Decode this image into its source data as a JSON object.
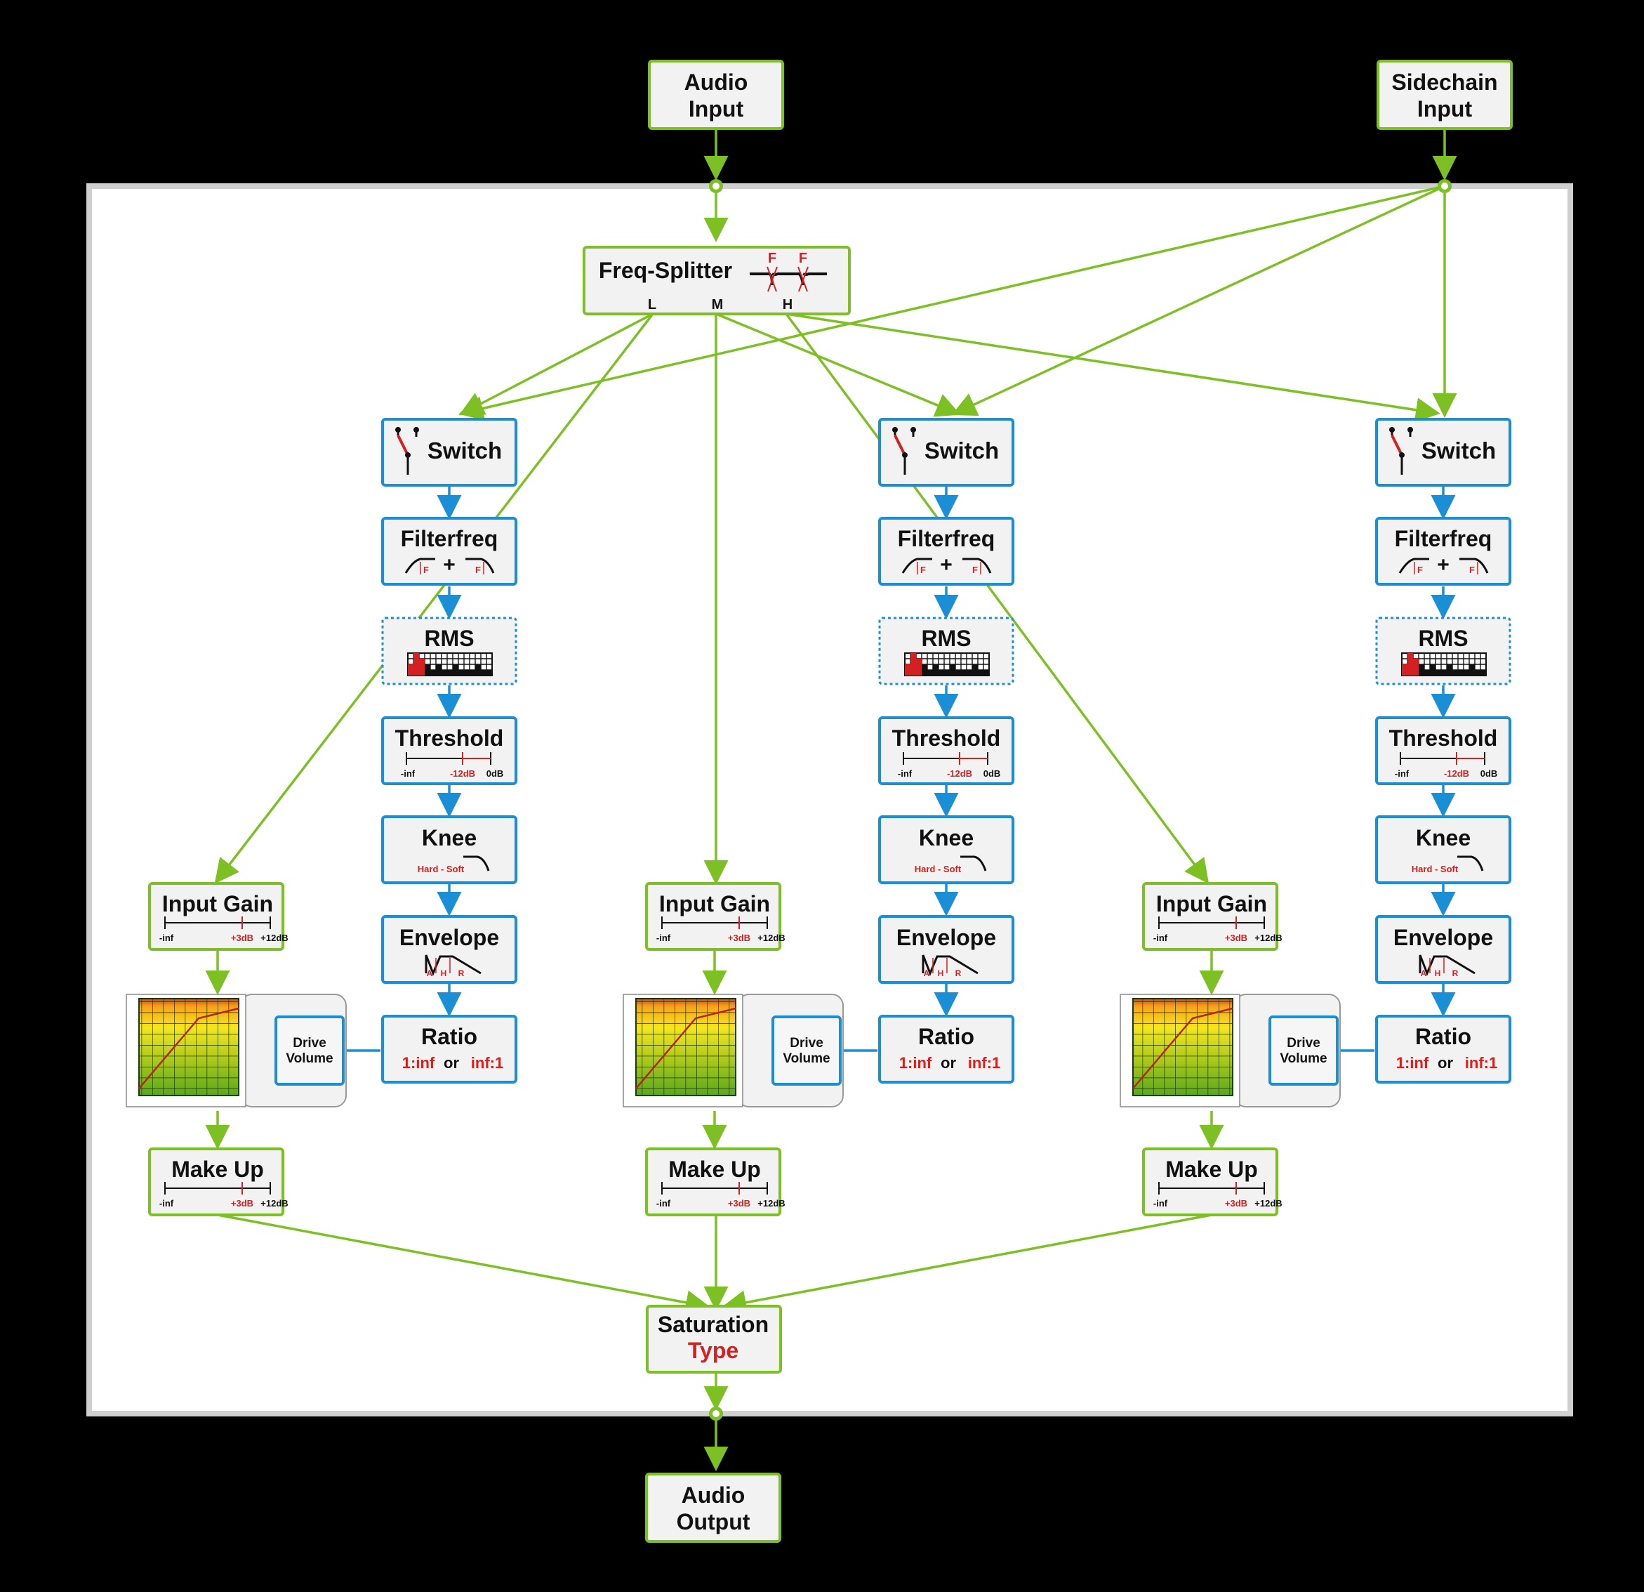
{
  "inputs": {
    "audio_input": [
      "Audio",
      "Input"
    ],
    "sidechain_input": [
      "Sidechain",
      "Input"
    ]
  },
  "freq_splitter": {
    "title": "Freq-Splitter",
    "band_labels": [
      "L",
      "M",
      "H"
    ],
    "freq_markers": [
      "F",
      "F"
    ]
  },
  "switch_label": "Switch",
  "filterfreq": {
    "title": "Filterfreq",
    "plus": "+",
    "f": "F"
  },
  "rms_label": "RMS",
  "threshold": {
    "title": "Threshold",
    "min": "-inf",
    "mid": "-12dB",
    "max": "0dB"
  },
  "knee": {
    "title": "Knee",
    "scale": "Hard - Soft"
  },
  "envelope": {
    "title": "Envelope",
    "a": "A",
    "h": "H",
    "r": "R"
  },
  "ratio": {
    "title": "Ratio",
    "left": "1:inf",
    "or": "or",
    "right": "inf:1"
  },
  "input_gain": {
    "title": "Input Gain",
    "min": "-inf",
    "mid": "+3dB",
    "max": "+12dB"
  },
  "drive_volume": [
    "Drive",
    "Volume"
  ],
  "make_up": {
    "title": "Make Up",
    "min": "-inf",
    "mid": "+3dB",
    "max": "+12dB"
  },
  "saturation": {
    "title": "Saturation",
    "type": "Type"
  },
  "output": [
    "Audio",
    "Output"
  ],
  "bands": 3,
  "colors": {
    "background": "#000000",
    "frame": "#cfcfcf",
    "green_signal": "#7dc023",
    "blue_signal": "#1a8fd6",
    "accent_red": "#d42020",
    "box_fill": "#f2f2f2"
  }
}
